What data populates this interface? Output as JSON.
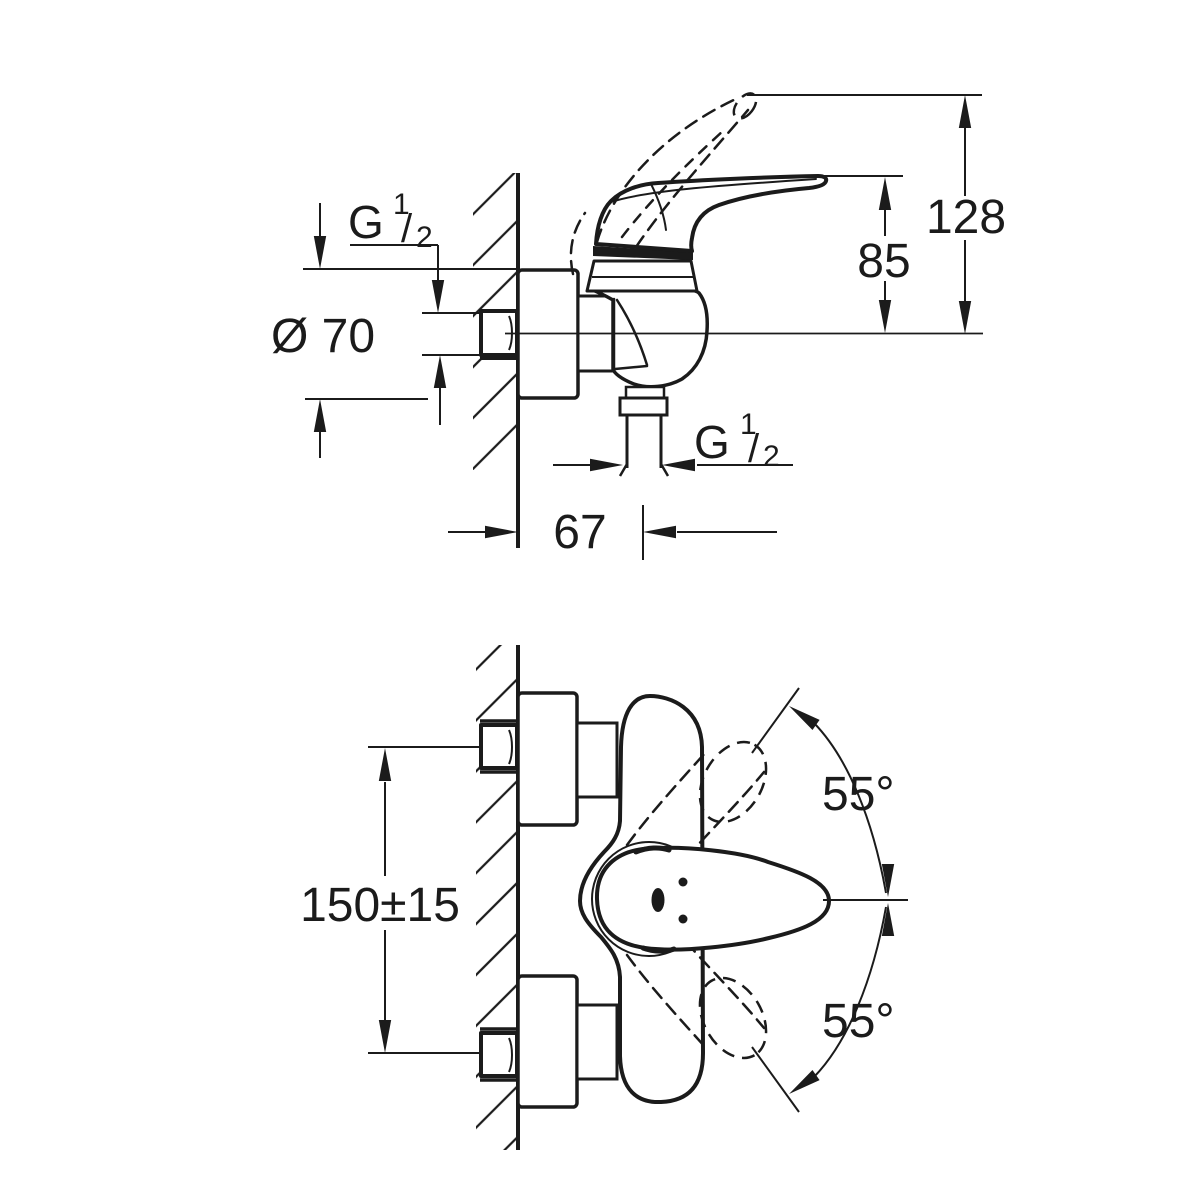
{
  "side_view": {
    "thread_inlet": {
      "g": "G",
      "num": "1",
      "slash": "/",
      "den": "2"
    },
    "escutcheon_diameter": "Ø 70",
    "handle_height": "85",
    "total_height": "128",
    "wall_projection": "67",
    "thread_outlet": {
      "g": "G",
      "num": "1",
      "slash": "/",
      "den": "2"
    }
  },
  "front_view": {
    "connection_distance": "150±15",
    "handle_swing_up": "55°",
    "handle_swing_down": "55°"
  },
  "style": {
    "line_color": "#1b1b1b",
    "background": "#ffffff"
  }
}
